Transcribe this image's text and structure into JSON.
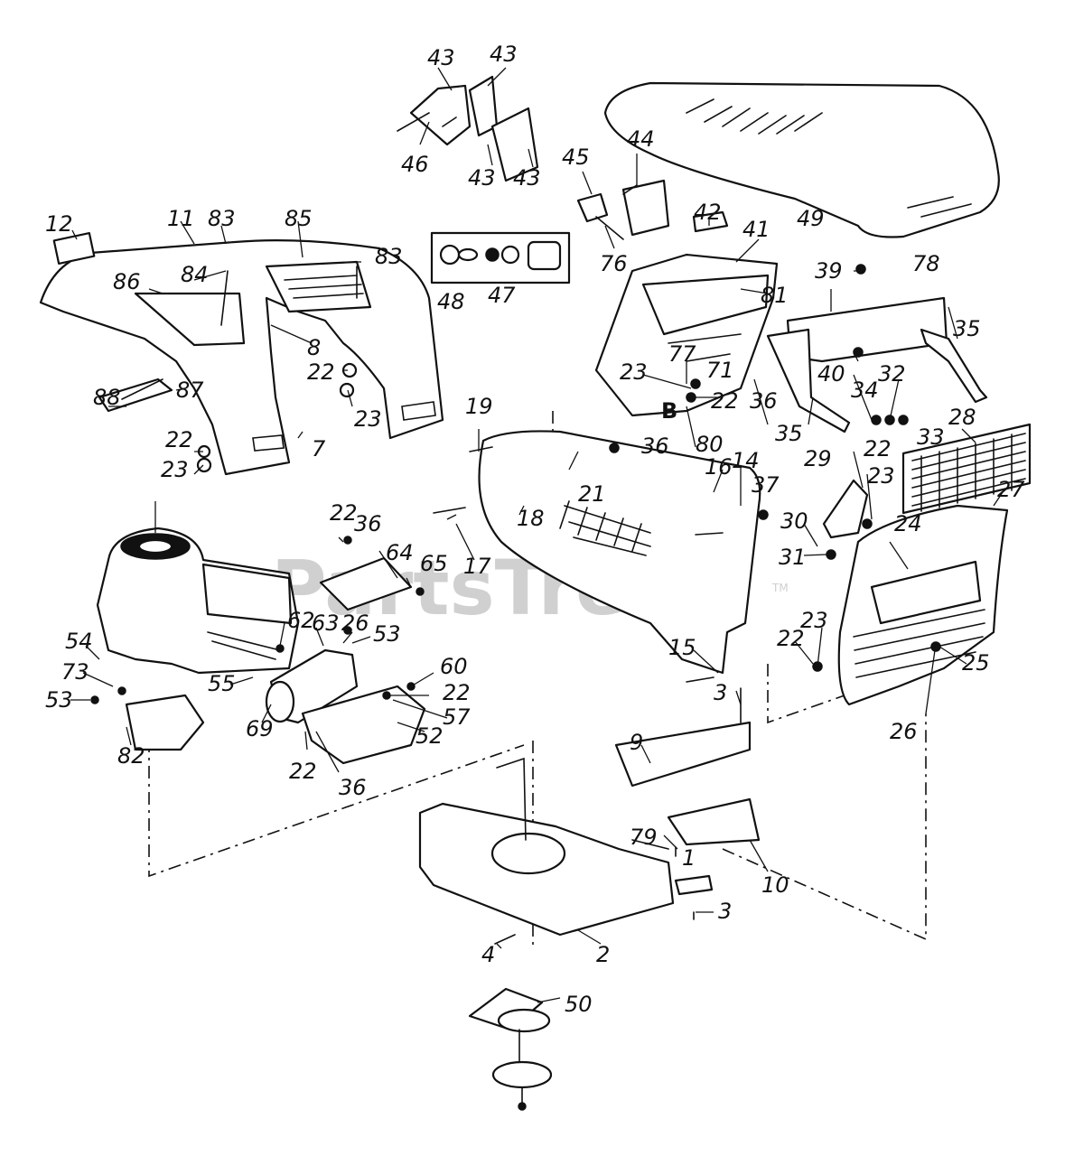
{
  "watermark": {
    "text": "PartsTree",
    "mark": "TM"
  },
  "section_marker": "B",
  "callouts": {
    "p1": "1",
    "p2": "2",
    "p3a": "3",
    "p3b": "3",
    "p4": "4",
    "p7": "7",
    "p8": "8",
    "p9": "9",
    "p10": "10",
    "p11": "11",
    "p12": "12",
    "p14": "14",
    "p15": "15",
    "p16": "16",
    "p17": "17",
    "p18": "18",
    "p19": "19",
    "p21": "21",
    "p22a": "22",
    "p22b": "22",
    "p22c": "22",
    "p22d": "22",
    "p22e": "22",
    "p22f": "22",
    "p22g": "22",
    "p22h": "22",
    "p23a": "23",
    "p23b": "23",
    "p23c": "23",
    "p23d": "23",
    "p23e": "23",
    "p24": "24",
    "p25": "25",
    "p26a": "26",
    "p26b": "26",
    "p27": "27",
    "p28": "28",
    "p29": "29",
    "p30": "30",
    "p31": "31",
    "p32": "32",
    "p33": "33",
    "p34": "34",
    "p35a": "35",
    "p35b": "35",
    "p36a": "36",
    "p36b": "36",
    "p36c": "36",
    "p36d": "36",
    "p37": "37",
    "p39": "39",
    "p40": "40",
    "p41": "41",
    "p42": "42",
    "p43a": "43",
    "p43b": "43",
    "p43c": "43",
    "p43d": "43",
    "p44": "44",
    "p45": "45",
    "p46": "46",
    "p47": "47",
    "p48": "48",
    "p49": "49",
    "p50": "50",
    "p52": "52",
    "p53a": "53",
    "p53b": "53",
    "p54": "54",
    "p55": "55",
    "p57": "57",
    "p60": "60",
    "p62": "62",
    "p63": "63",
    "p64": "64",
    "p65": "65",
    "p69": "69",
    "p71": "71",
    "p73": "73",
    "p76": "76",
    "p77": "77",
    "p78": "78",
    "p79": "79",
    "p80": "80",
    "p81": "81",
    "p82": "82",
    "p83a": "83",
    "p83b": "83",
    "p84": "84",
    "p85": "85",
    "p86": "86",
    "p87": "87",
    "p88": "88"
  }
}
